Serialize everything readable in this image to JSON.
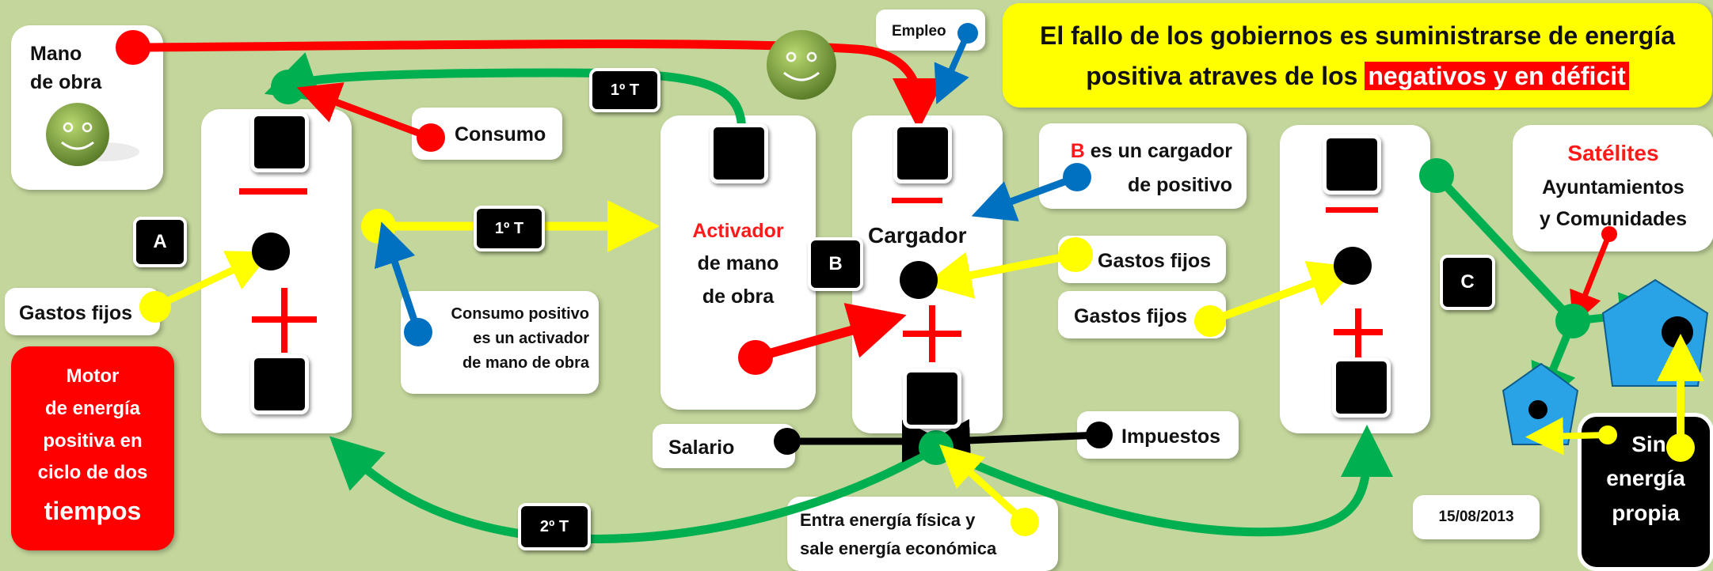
{
  "labels": {
    "mano_de_obra": [
      "Mano",
      "de obra"
    ],
    "consumo": "Consumo",
    "empleo": "Empleo",
    "headline": {
      "line1": "El fallo de los gobiernos es suministrarse de energía",
      "line2_prefix": "positiva atraves de los ",
      "line2_highlight": "negativos y en déficit"
    },
    "tag_A": "A",
    "tag_B": "B",
    "tag_C": "C",
    "first_time_top": "1º T",
    "first_time_mid": "1º T",
    "second_time": "2º T",
    "gastos_fijos_left": "Gastos fijos",
    "gastos_fijos_mid": "Gastos fijos",
    "gastos_fijos_right": "Gastos fijos",
    "consumo_positivo": [
      "Consumo positivo",
      "es un activador",
      "de mano de obra"
    ],
    "activador": {
      "word": "Activador",
      "rest": [
        "de mano",
        "de obra"
      ]
    },
    "cargador": "Cargador",
    "b_cargador": {
      "letter": "B",
      "line1_rest": " es un cargador",
      "line2": "de positivo"
    },
    "satelites": {
      "title": "Satélites",
      "lines": [
        "Ayuntamientos",
        "y Comunidades"
      ]
    },
    "motor": [
      "Motor",
      "de energía",
      "positiva en",
      "ciclo de dos",
      "tiempos"
    ],
    "salario": "Salario",
    "impuestos": "Impuestos",
    "entra_energia": [
      "Entra energía física y",
      "sale energía económica"
    ],
    "date": "15/08/2013",
    "sin_energia": [
      "Sin",
      "energía",
      "propia"
    ]
  },
  "colors": {
    "background": "#c3d69b",
    "red": "#ff0000",
    "green": "#00b050",
    "yellow": "#ffff00",
    "blue": "#0070c0",
    "black": "#000000",
    "sky": "#29a3e6",
    "headline_bg": "#ffff00",
    "motor_bg": "#ff0000"
  },
  "icons": [
    "smiley-icon",
    "pentagon-icon"
  ]
}
